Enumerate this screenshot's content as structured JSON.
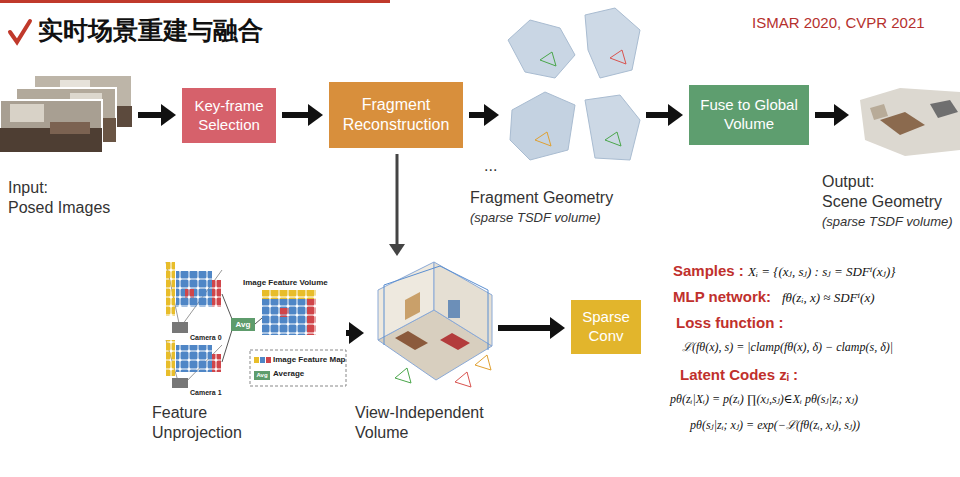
{
  "diagram": {
    "title": "实时场景重建与融合",
    "nodes": [
      {
        "text": [
          "Input:",
          "Posed Images"
        ]
      },
      {
        "text": [
          "Key-frame Selection"
        ]
      },
      {
        "text": [
          "Fragment Reconstruction"
        ]
      },
      {
        "text": [
          "Fragment Geometry",
          "(sparse TSDF volume)"
        ]
      },
      {
        "text": [
          "Fuse to Global Volume"
        ]
      },
      {
        "text": [
          "Output:",
          "Scene Geometry",
          "(sparse TSDF volume)"
        ]
      },
      {
        "text": [
          "Feature Unprojection"
        ]
      },
      {
        "text": [
          "View-Independent Volume"
        ]
      },
      {
        "text": [
          "Sparse Conv"
        ]
      }
    ],
    "edges": [
      {
        "from": 0,
        "to": 1,
        "arrow": "to"
      },
      {
        "from": 1,
        "to": 2,
        "arrow": "to"
      },
      {
        "from": 2,
        "to": 3,
        "arrow": "to"
      },
      {
        "from": 3,
        "to": 4,
        "arrow": "to"
      },
      {
        "from": 4,
        "to": 5,
        "arrow": "to"
      },
      {
        "from": 2,
        "to": 7,
        "arrow": "to"
      },
      {
        "from": 6,
        "to": 7,
        "arrow": "to"
      },
      {
        "from": 7,
        "to": 8,
        "arrow": "to"
      }
    ],
    "labels": [
      "ISMAR 2020, CVPR 2021",
      "...",
      "Image Feature Volume",
      "Camera 0",
      "Camera 1",
      "Avg",
      "Avg",
      "Samples :",
      "Xᵢ = {(xⱼ, sⱼ) : sⱼ = SDFⁱ(xⱼ)}",
      "MLP network:",
      "fθ(zᵢ, x) ≈ SDFⁱ(x)",
      "Loss function :",
      "ℒ(fθ(x), s) = |clamp(fθ(x), δ) − clamp(s, δ)|",
      "Latent Codes zᵢ :",
      "pθ(zᵢ|Xᵢ) = p(zᵢ) ∏(xⱼ,sⱼ)∈Xᵢ pθ(sⱼ|zᵢ; xⱼ)",
      "pθ(sⱼ|zᵢ; xⱼ) = exp(−ℒ(fθ(zᵢ, xⱼ), sⱼ))"
    ],
    "legend": [
      {
        "text": "Image Feature Map"
      },
      {
        "text": "Average",
        "color": "#5e9c6c"
      }
    ]
  }
}
